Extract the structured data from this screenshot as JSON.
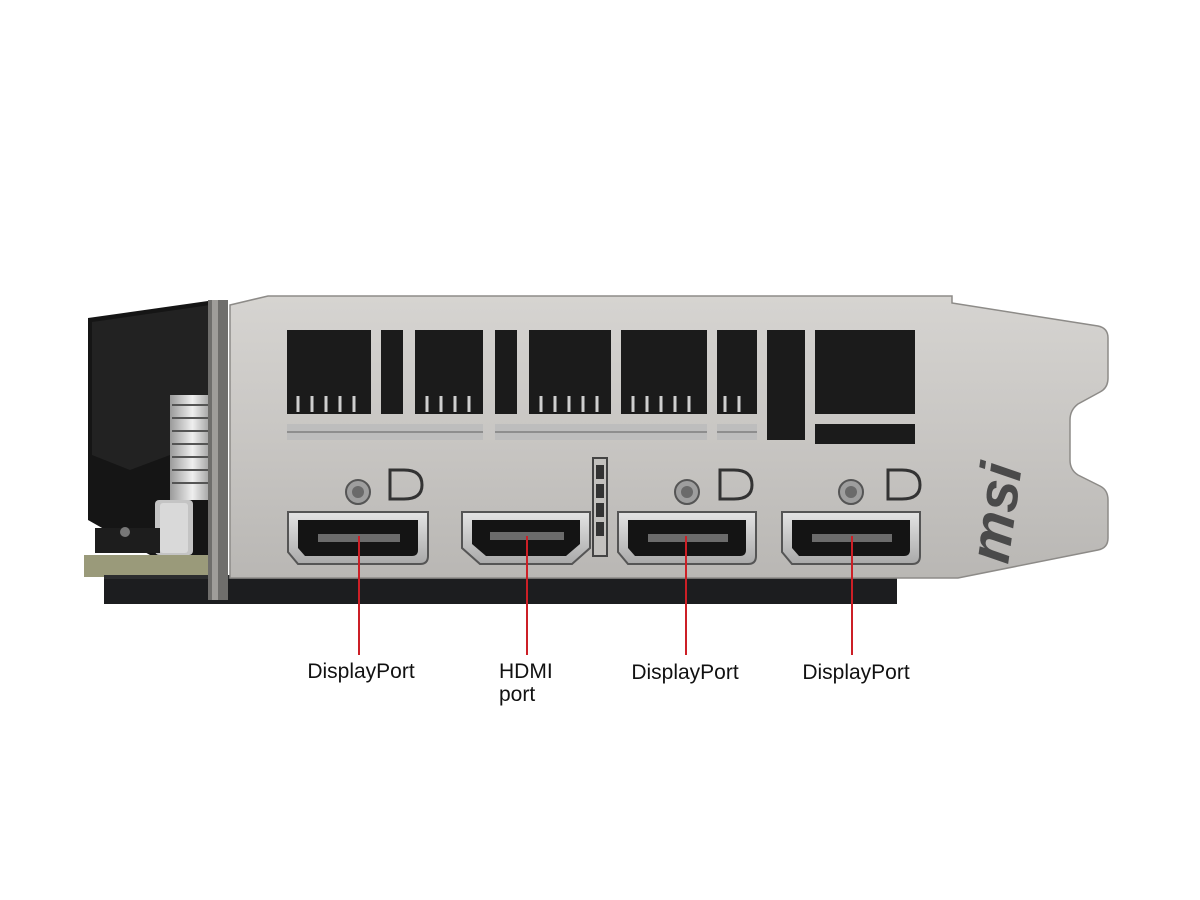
{
  "brand_logo": "msi",
  "colors": {
    "background": "#ffffff",
    "bracket_metal": "#c9c7c4",
    "bracket_dark": "#8e8c89",
    "heatsink": "#1a1a1a",
    "pcb": "#1c1d1f",
    "port_shell": "#cfcfcf",
    "port_inner": "#141414",
    "callout_line": "#cc1f26",
    "label_text": "#111111"
  },
  "ports": [
    {
      "kind": "displayport",
      "label": "DisplayPort"
    },
    {
      "kind": "hdmi",
      "label_line1": "HDMI",
      "label_line2": "port"
    },
    {
      "kind": "displayport",
      "label": "DisplayPort"
    },
    {
      "kind": "displayport",
      "label": "DisplayPort"
    }
  ],
  "icons": [
    "displayport-logo-icon",
    "hdmi-logo-icon",
    "screw-icon",
    "vent-slot-icon"
  ]
}
